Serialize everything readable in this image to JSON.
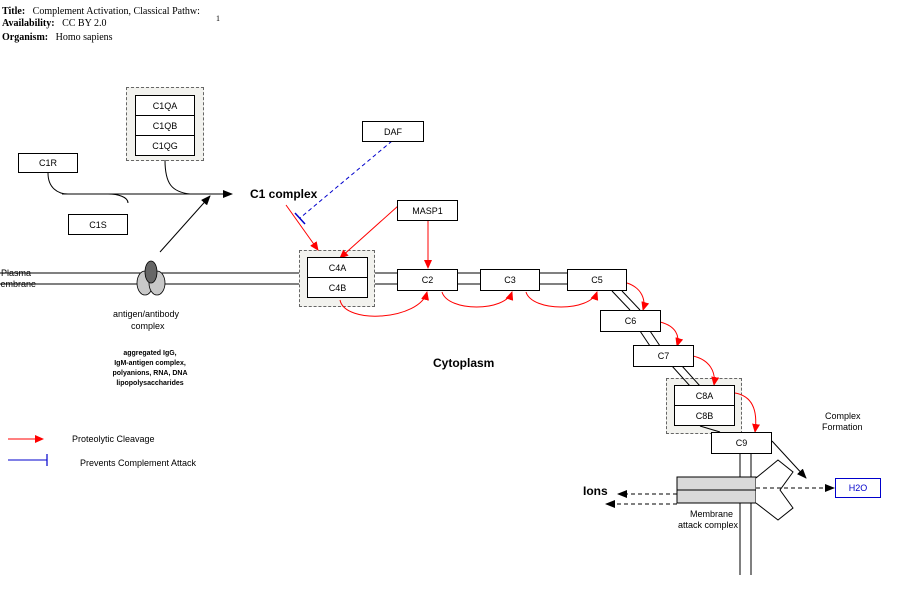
{
  "header": {
    "title_label": "Title:",
    "title_value": "Complement Activation, Classical Pathw:",
    "availability_label": "Availability:",
    "availability_value": "CC BY 2.0",
    "organism_label": "Organism:",
    "organism_value": "Homo sapiens",
    "page_number": "1"
  },
  "genes": {
    "c1qa": "C1QA",
    "c1qb": "C1QB",
    "c1qg": "C1QG",
    "c1r": "C1R",
    "c1s": "C1S",
    "daf": "DAF",
    "masp1": "MASP1",
    "c4a": "C4A",
    "c4b": "C4B",
    "c2": "C2",
    "c3": "C3",
    "c5": "C5",
    "c6": "C6",
    "c7": "C7",
    "c8a": "C8A",
    "c8b": "C8B",
    "c9": "C9",
    "h2o": "H2O"
  },
  "labels": {
    "c1_complex": "C1 complex",
    "plasma": "Plasma",
    "membrane": "Membrane",
    "antigen_line1": "antigen/antibody",
    "antigen_line2": "complex",
    "activators_line1": "aggregated IgG,",
    "activators_line2": "IgM-antigen complex,",
    "activators_line3": "polyanions, RNA, DNA",
    "activators_line4": "lipopolysaccharides",
    "cytoplasm": "Cytoplasm",
    "complex_line1": "Complex",
    "complex_line2": "Formation",
    "ions": "Ions",
    "mac_line1": "Membrane",
    "mac_line2": "attack complex"
  },
  "legend": {
    "proteolytic": "Proteolytic Cleavage",
    "prevents": "Prevents Complement Attack"
  },
  "colors": {
    "cleavage_arrow": "#ff0000",
    "inhibition": "#0000cc",
    "group_fill": "#f2f2ee",
    "mac_fill": "#d9d9d9"
  }
}
